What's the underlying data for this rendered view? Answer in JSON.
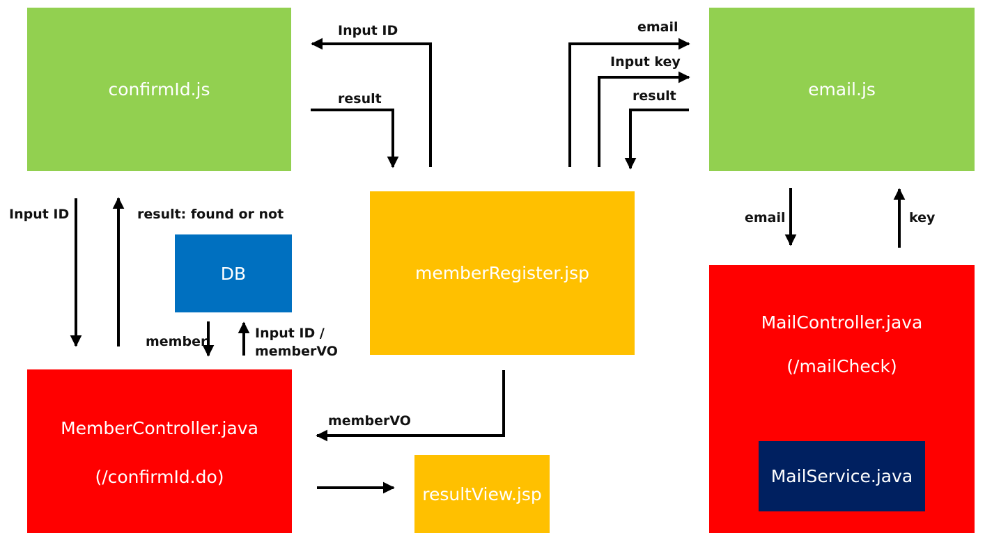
{
  "boxes": {
    "confirm_js": "confirmId.js",
    "email_js": "email.js",
    "db": "DB",
    "member_register": "memberRegister.jsp",
    "member_controller": "MemberController.java",
    "member_controller_path": "(/confirmId.do)",
    "mail_controller": "MailController.java",
    "mail_controller_path": "(/mailCheck)",
    "mail_service": "MailService.java",
    "result_view": "resultView.jsp"
  },
  "labels": {
    "input_id_top": "Input ID",
    "result_top": "result",
    "email_top": "email",
    "input_key": "Input key",
    "result_email": "result",
    "input_id_left": "Input ID",
    "result_found": "result: found or not",
    "member": "member",
    "input_id_vo_line1": "Input ID /",
    "input_id_vo_line2": "memberVO",
    "member_vo": "memberVO",
    "email_down": "email",
    "key_up": "key"
  },
  "colors": {
    "green": "#92D050",
    "yellow": "#FFC000",
    "red": "#FF0000",
    "blue": "#0070C0",
    "navy": "#002060",
    "arrow": "#000000"
  }
}
